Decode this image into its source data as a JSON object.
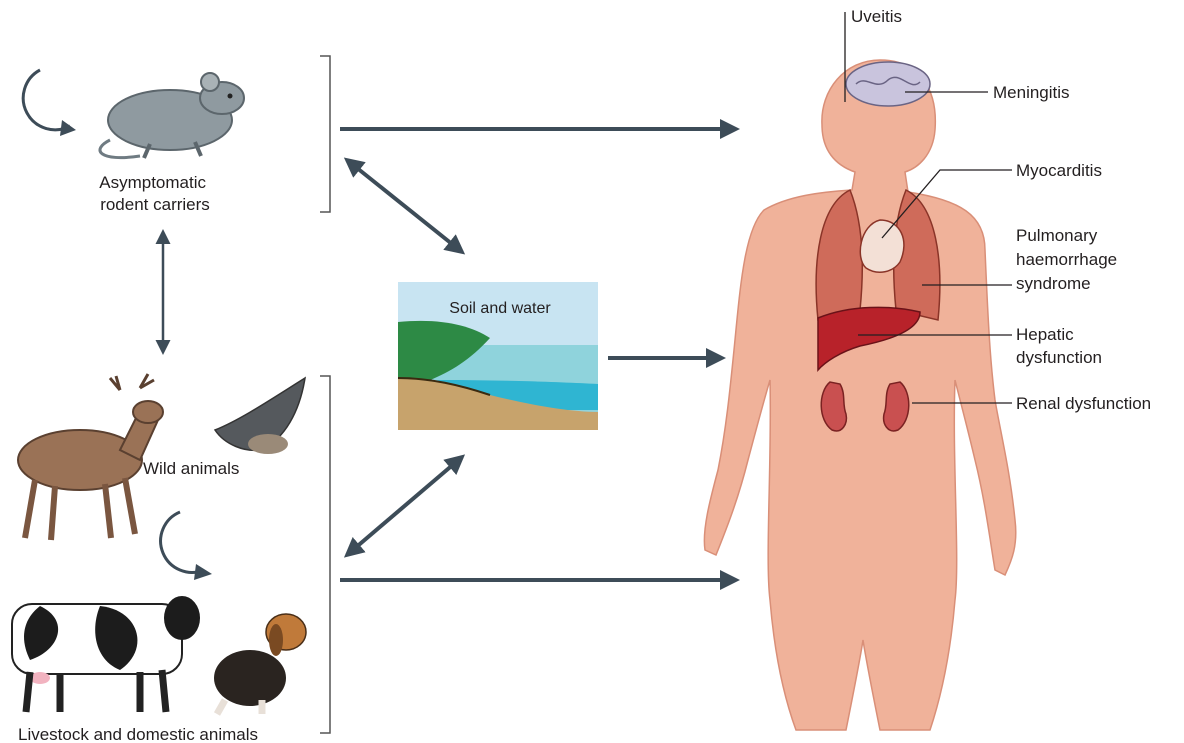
{
  "reservoirs": {
    "rodents": [
      "Asymptomatic",
      "rodent carriers"
    ],
    "wild": "Wild animals",
    "livestock": "Livestock and domestic animals"
  },
  "environment": {
    "label": "Soil and water"
  },
  "diseases": {
    "uveitis": "Uveitis",
    "meningitis": "Meningitis",
    "myocarditis": "Myocarditis",
    "pulmonary": [
      "Pulmonary",
      "haemorrhage",
      "syndrome"
    ],
    "hepatic": [
      "Hepatic",
      "dysfunction"
    ],
    "renal": "Renal dysfunction"
  },
  "colors": {
    "arrow": "#3d4c58",
    "skin": "#f0b29a",
    "sky": "#c8e4f2",
    "water": "#6fc9db",
    "soil": "#c7a36c",
    "hill": "#2d8a45"
  }
}
